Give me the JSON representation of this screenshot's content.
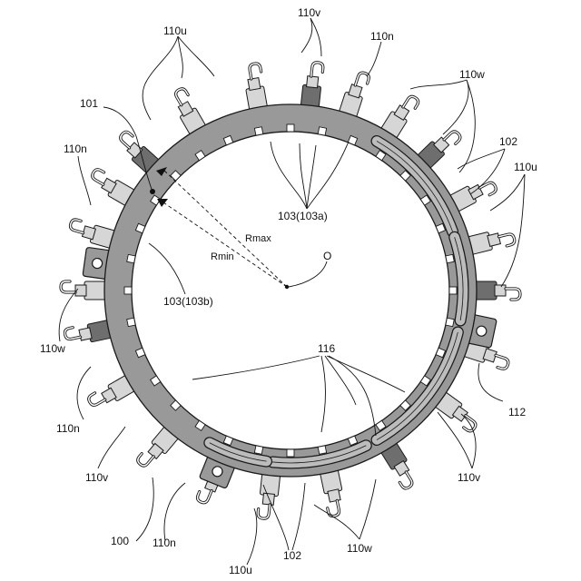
{
  "colors": {
    "ring": "#999999",
    "outline": "#1a1a1a",
    "terminal_light": "#d6d6d6",
    "terminal_dark": "#6e6e6e",
    "conductor": "#bcbcbc",
    "background": "#ffffff"
  },
  "labels": {
    "top_110u": "110u",
    "top_110v": "110v",
    "top_110n": "110n",
    "top_110w": "110w",
    "ref_101": "101",
    "left_110n": "110n",
    "ref_102": "102",
    "right_110u": "110u",
    "ref_103a": "103(103a)",
    "rmax": "Rmax",
    "rmin": "Rmin",
    "center_o": "O",
    "ref_103b": "103(103b)",
    "left_110w": "110w",
    "ref_116": "116",
    "ref_112": "112",
    "left_110n_lower": "110n",
    "left_110v": "110v",
    "right_110v": "110v",
    "ref_100": "100",
    "bottom_110n": "110n",
    "bottom_110u": "110u",
    "bottom_102": "102",
    "bottom_110w": "110w"
  }
}
